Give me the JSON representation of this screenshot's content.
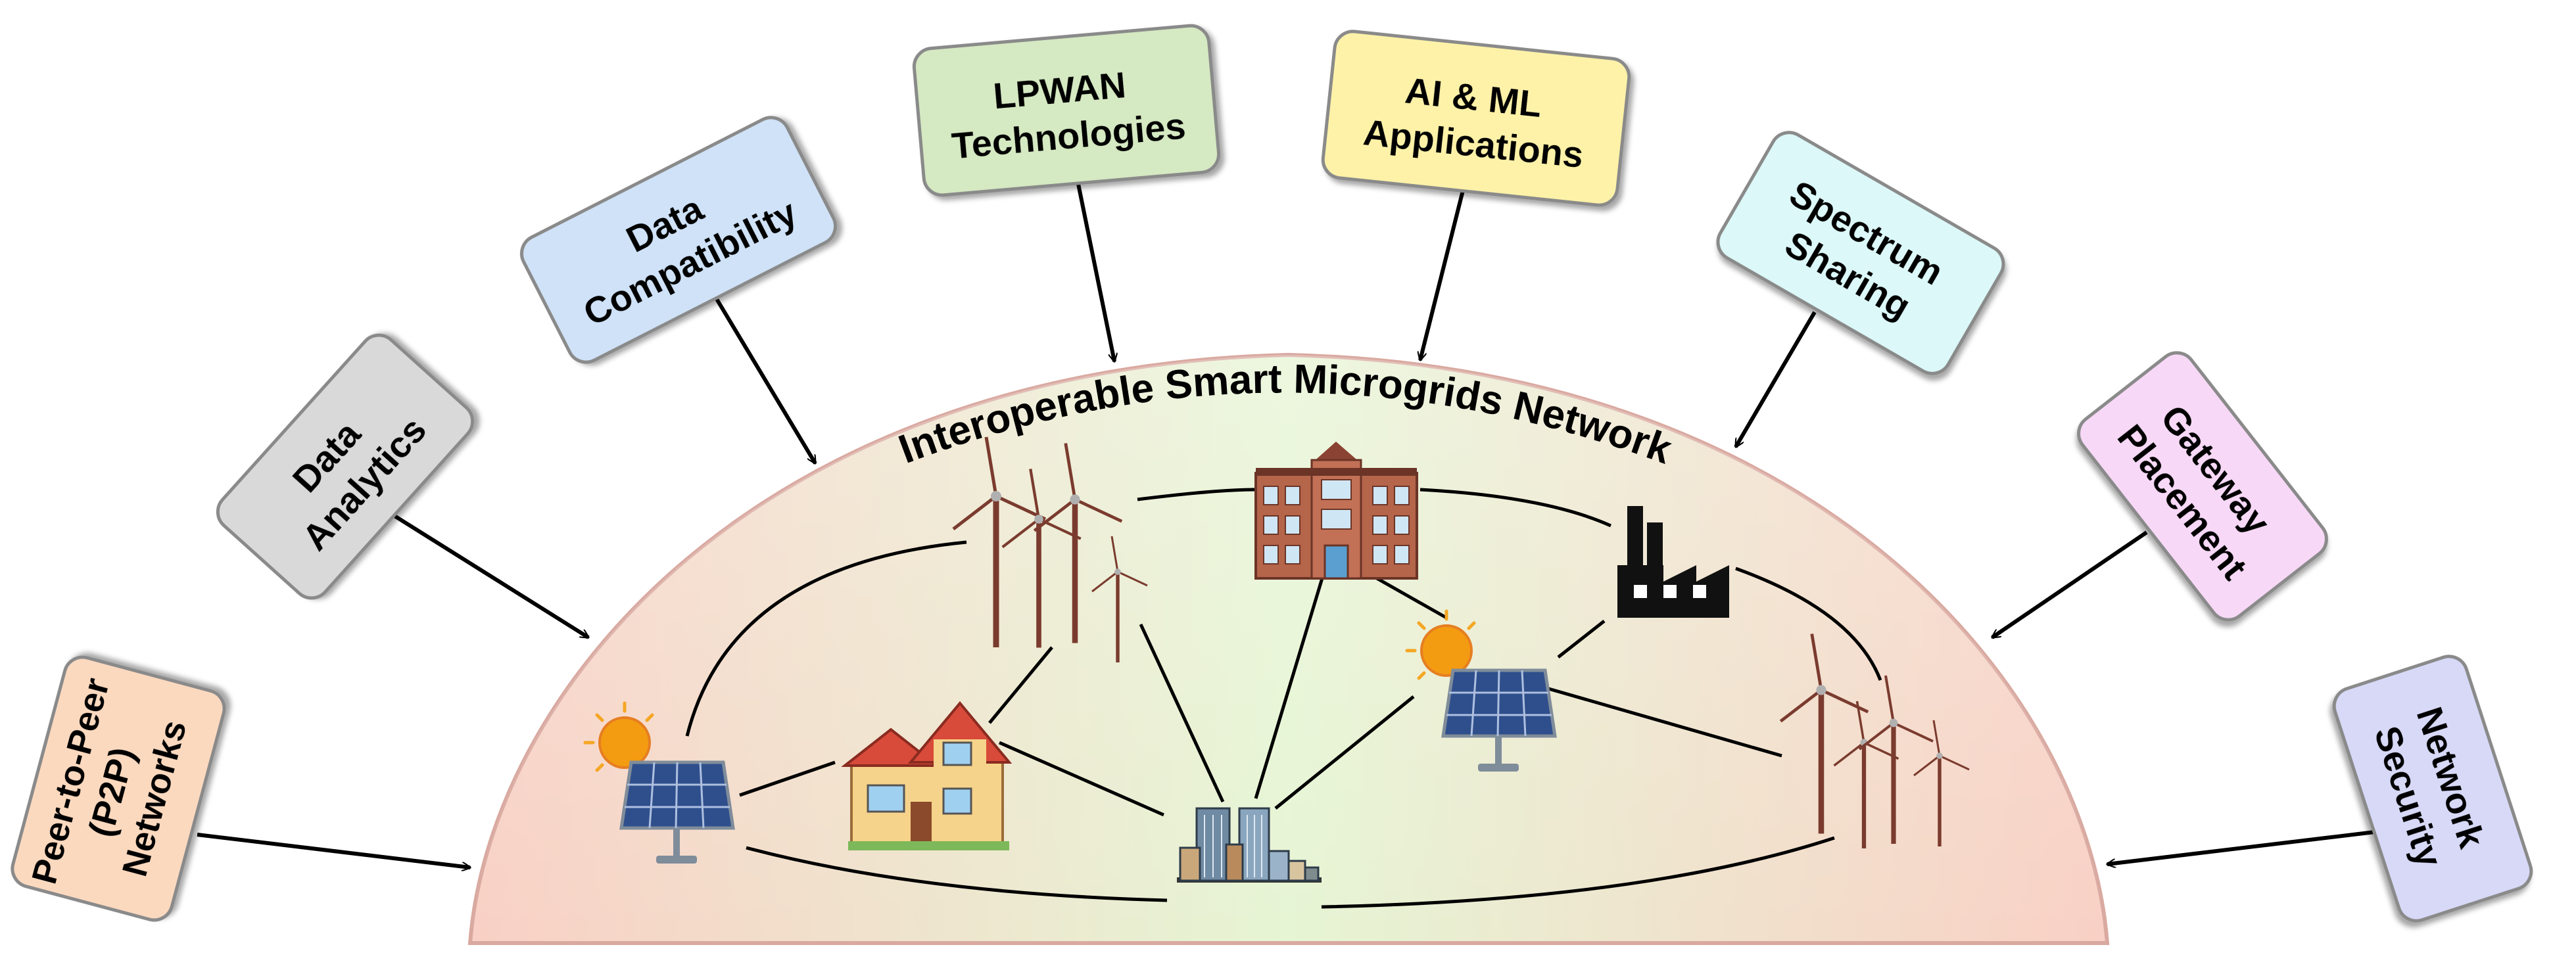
{
  "diagram": {
    "title": "Interoperable Smart Microgrids Network",
    "boxes": [
      {
        "id": "p2p",
        "lines": [
          "Peer-to-Peer",
          "(P2P)",
          "Networks"
        ],
        "fill": "#fbd9bf"
      },
      {
        "id": "analytics",
        "lines": [
          "Data",
          "Analytics"
        ],
        "fill": "#d9d9d9"
      },
      {
        "id": "compat",
        "lines": [
          "Data",
          "Compatibility"
        ],
        "fill": "#cfe2f7"
      },
      {
        "id": "lpwan",
        "lines": [
          "LPWAN",
          "Technologies"
        ],
        "fill": "#d5e9c2"
      },
      {
        "id": "aiml",
        "lines": [
          "AI & ML",
          "Applications"
        ],
        "fill": "#fdf2a8"
      },
      {
        "id": "spectrum",
        "lines": [
          "Spectrum",
          "Sharing"
        ],
        "fill": "#dcf8f8"
      },
      {
        "id": "gateway",
        "lines": [
          "Gateway",
          "Placement"
        ],
        "fill": "#f7d9f7"
      },
      {
        "id": "security",
        "lines": [
          "Network",
          "Security"
        ],
        "fill": "#d7d9f7"
      }
    ],
    "nodes": [
      {
        "id": "solar-left",
        "icon": "solar-panel-icon"
      },
      {
        "id": "house",
        "icon": "house-icon"
      },
      {
        "id": "wind-left",
        "icon": "wind-turbine-icon"
      },
      {
        "id": "school",
        "icon": "school-building-icon"
      },
      {
        "id": "city",
        "icon": "city-skyline-icon"
      },
      {
        "id": "solar-mid",
        "icon": "solar-panel-icon"
      },
      {
        "id": "factory",
        "icon": "factory-icon"
      },
      {
        "id": "wind-right",
        "icon": "wind-turbine-icon"
      }
    ],
    "colors": {
      "dome_left": "#f9d0c5",
      "dome_center": "#e6f5d4",
      "dome_right": "#f9d0c5",
      "dome_stroke": "#d9a9a0",
      "solar_panel": "#2f4f8c",
      "sun": "#f39c12",
      "turbine": "#7a3b2e",
      "factory": "#111111",
      "school": "#b5654a"
    }
  }
}
